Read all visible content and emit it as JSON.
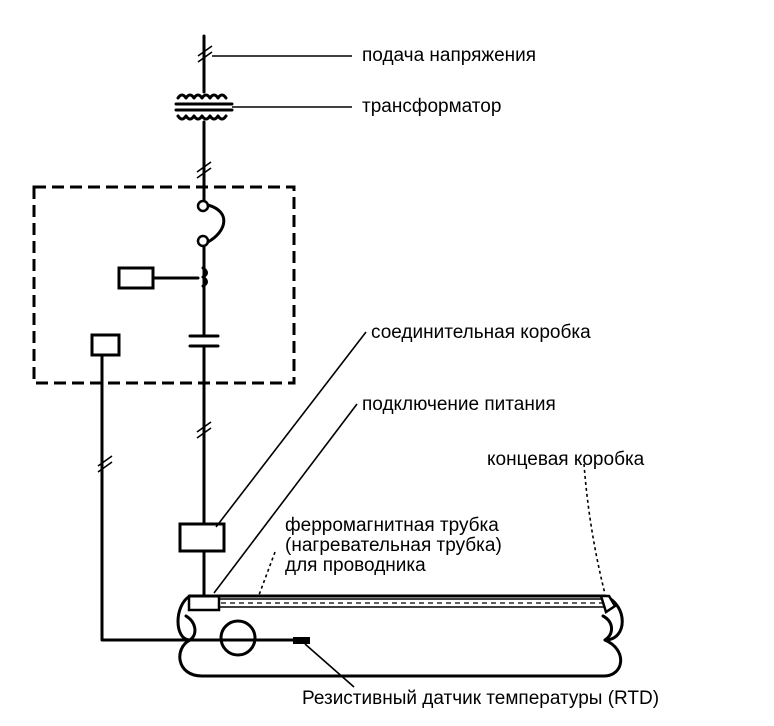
{
  "labels": {
    "power_supply": "подача напряжения",
    "transformer": "трансформатор",
    "junction_box": "соединительная коробка",
    "power_connection": "подключение питания",
    "end_box": "концевая коробка",
    "ferro_tube_line1": "ферромагнитная трубка",
    "ferro_tube_line2": "(нагревательная трубка)",
    "ferro_tube_line3": "для проводника",
    "rtd": "Резистивный датчик температуры (RTD)"
  }
}
